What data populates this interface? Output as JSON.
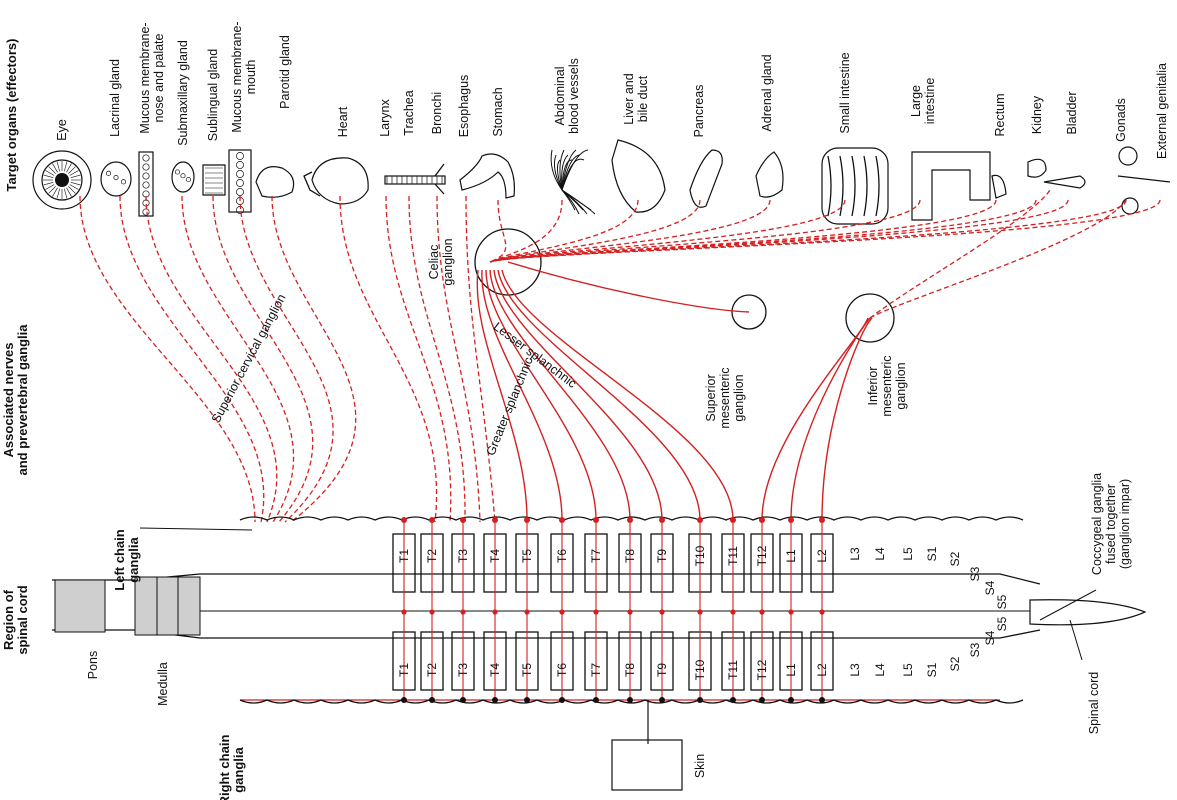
{
  "diagram": {
    "row_titles": {
      "target_organs": "Target organs (effectors)",
      "associated_nerves": "Associated nerves\nand prevertebral ganglia",
      "left_chain": "Left chain\nganglia",
      "region_spinal_cord": "Region of\nspinal cord",
      "right_chain": "Right chain\nganglia"
    },
    "organs": [
      "Eye",
      "Lacrinal gland",
      "Mucous membrane-\nnose and palate",
      "Submaxillary gland",
      "Sublingual gland",
      "Mucous membrane-\nmouth",
      "Parotid gland",
      "Heart",
      "Larynx",
      "Trachea",
      "Bronchi",
      "Esophagus",
      "Stomach",
      "Abdominal\nblood vessels",
      "Liver and\nbile duct",
      "Pancreas",
      "Adrenal gland",
      "Small intestine",
      "Large\nintestine",
      "Rectum",
      "Kidney",
      "Bladder",
      "Gonads",
      "External genitalia"
    ],
    "ganglia": {
      "celiac": "Celiac\nganglion",
      "superior_mesenteric": "Superior\nmesenteric\nganglion",
      "inferior_mesenteric": "Inferior\nmesenteric\nganglion"
    },
    "nerves": {
      "superior_cervical": "Superior cervical ganglion",
      "greater_splanchnic": "Greater splanchnic",
      "lesser_splanchnic": "Lesser splanchnic"
    },
    "segments_boxed": [
      "T1",
      "T2",
      "T3",
      "T4",
      "T5",
      "T6",
      "T7",
      "T8",
      "T9",
      "T10",
      "T11",
      "T12",
      "L1",
      "L2"
    ],
    "segments_open": [
      "L3",
      "L4",
      "L5",
      "S1",
      "S2",
      "S3",
      "S4",
      "S5"
    ],
    "brain_labels": {
      "pons": "Pons",
      "medulla": "Medulla"
    },
    "other_labels": {
      "coccygeal": "Coccygeal ganglia\nfused together\n(ganglion impar)",
      "spinal_cord": "Spinal cord",
      "skin": "Skin"
    },
    "colors": {
      "nerve_red": "#d42020",
      "outline": "#111111",
      "brainstem_gray": "#cfcfcf"
    }
  }
}
